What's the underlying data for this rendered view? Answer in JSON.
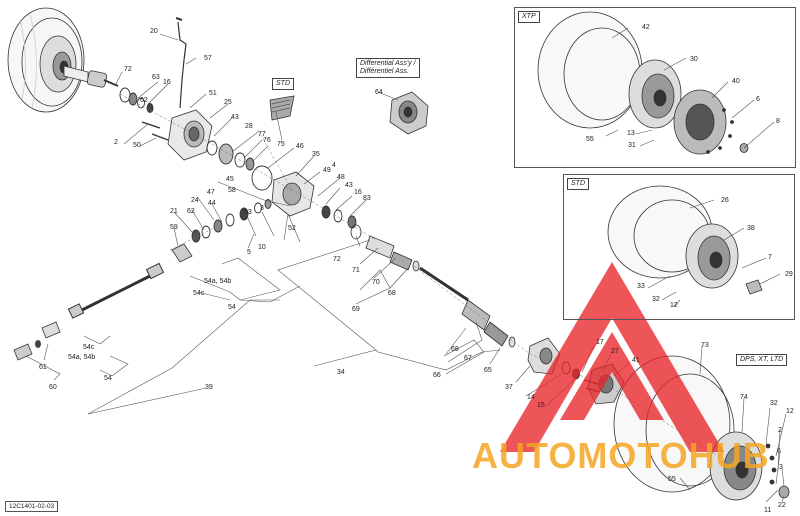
{
  "document_code": "12C1401-02-03",
  "tags": {
    "xtp": "XTP",
    "std_top": "STD",
    "std_right": "STD",
    "differential_line1": "Differential Ass'y /",
    "differential_line2": "Différentiel Ass.",
    "dps": "DPS, XT, LTD"
  },
  "watermark": {
    "word": "AUTOMOTOHUB",
    "color_red": "#e8262a",
    "color_orange": "#f5a623"
  },
  "callouts": [
    {
      "t": "20"
    },
    {
      "t": "57"
    },
    {
      "t": "72"
    },
    {
      "t": "63"
    },
    {
      "t": "16"
    },
    {
      "t": "51"
    },
    {
      "t": "62"
    },
    {
      "t": "25"
    },
    {
      "t": "43"
    },
    {
      "t": "28"
    },
    {
      "t": "77"
    },
    {
      "t": "76"
    },
    {
      "t": "75"
    },
    {
      "t": "46"
    },
    {
      "t": "35"
    },
    {
      "t": "2"
    },
    {
      "t": "50"
    },
    {
      "t": "64"
    },
    {
      "t": "45"
    },
    {
      "t": "58"
    },
    {
      "t": "47"
    },
    {
      "t": "4"
    },
    {
      "t": "49"
    },
    {
      "t": "48"
    },
    {
      "t": "43"
    },
    {
      "t": "16"
    },
    {
      "t": "83"
    },
    {
      "t": "24"
    },
    {
      "t": "44"
    },
    {
      "t": "21"
    },
    {
      "t": "62"
    },
    {
      "t": "3"
    },
    {
      "t": "53"
    },
    {
      "t": "52"
    },
    {
      "t": "59"
    },
    {
      "t": "5"
    },
    {
      "t": "10"
    },
    {
      "t": "72"
    },
    {
      "t": "71"
    },
    {
      "t": "70"
    },
    {
      "t": "68"
    },
    {
      "t": "69"
    },
    {
      "t": "54a, 54b"
    },
    {
      "t": "54c"
    },
    {
      "t": "54"
    },
    {
      "t": "68"
    },
    {
      "t": "67"
    },
    {
      "t": "66"
    },
    {
      "t": "65"
    },
    {
      "t": "54c"
    },
    {
      "t": "54a, 54b"
    },
    {
      "t": "54"
    },
    {
      "t": "61"
    },
    {
      "t": "60"
    },
    {
      "t": "39"
    },
    {
      "t": "34"
    },
    {
      "t": "37"
    },
    {
      "t": "14"
    },
    {
      "t": "15"
    },
    {
      "t": "17"
    },
    {
      "t": "27"
    },
    {
      "t": "41"
    },
    {
      "t": "73"
    },
    {
      "t": "74"
    },
    {
      "t": "32"
    },
    {
      "t": "12"
    },
    {
      "t": "2"
    },
    {
      "t": "6"
    },
    {
      "t": "3"
    },
    {
      "t": "55"
    },
    {
      "t": "11"
    },
    {
      "t": "22"
    },
    {
      "t": "42"
    },
    {
      "t": "30"
    },
    {
      "t": "40"
    },
    {
      "t": "6"
    },
    {
      "t": "8"
    },
    {
      "t": "55"
    },
    {
      "t": "13"
    },
    {
      "t": "31"
    },
    {
      "t": "26"
    },
    {
      "t": "38"
    },
    {
      "t": "7"
    },
    {
      "t": "29"
    },
    {
      "t": "33"
    },
    {
      "t": "32"
    },
    {
      "t": "12"
    }
  ]
}
